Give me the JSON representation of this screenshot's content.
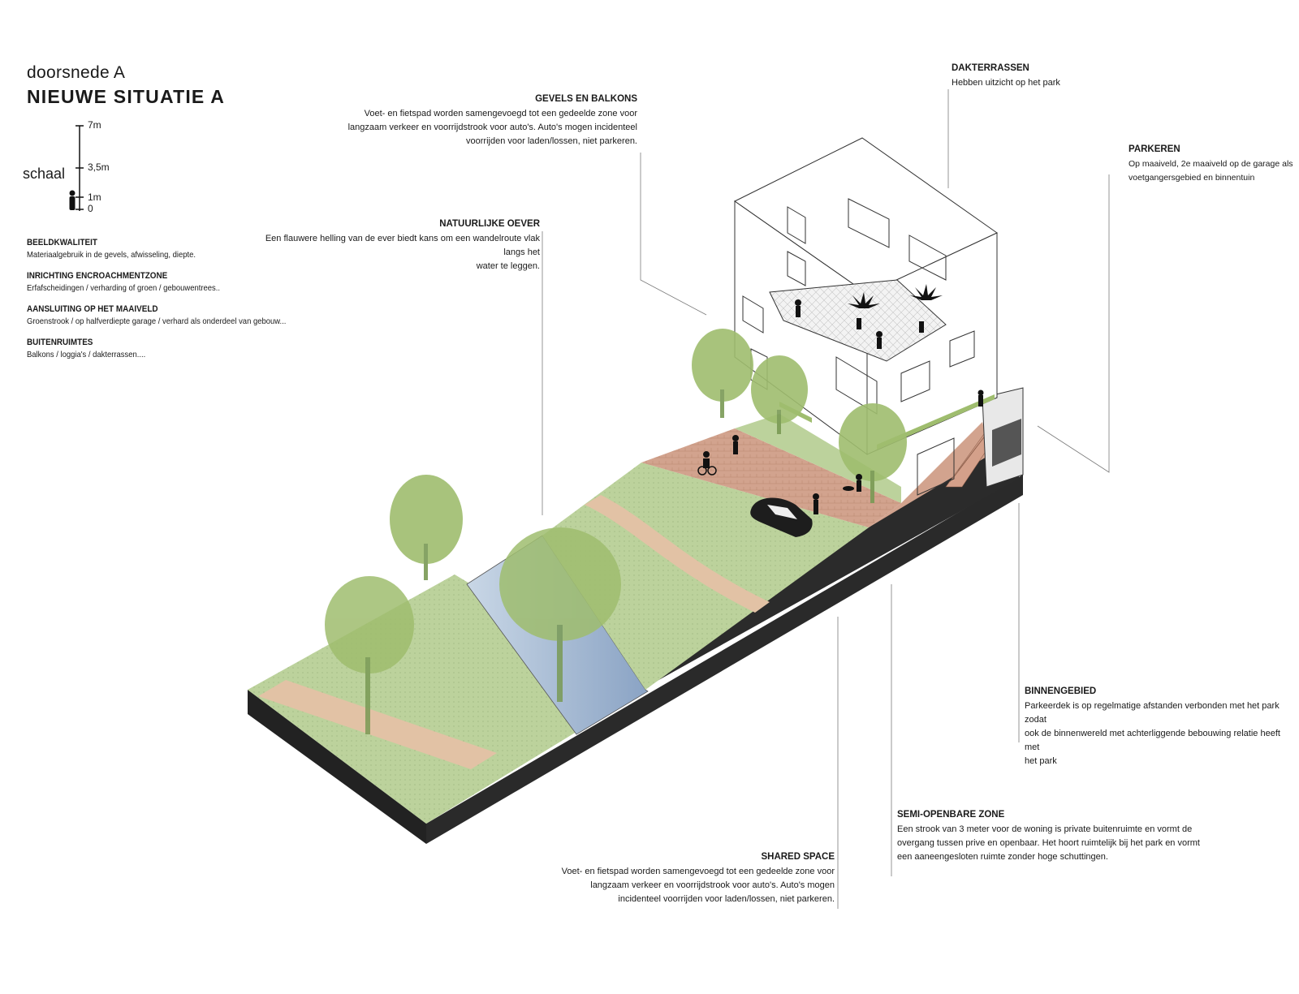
{
  "header": {
    "subtitle": "doorsnede A",
    "title": "NIEUWE SITUATIE A"
  },
  "scale": {
    "label": "schaal",
    "ticks": [
      "7m",
      "3,5m",
      "1m",
      "0"
    ]
  },
  "legend": [
    {
      "heading": "BEELDKWALITEIT",
      "text": "Materiaalgebruik in de gevels, afwisseling, diepte."
    },
    {
      "heading": "INRICHTING ENCROACHMENTZONE",
      "text": "Erfafscheidingen / verharding of groen / gebouwentrees.."
    },
    {
      "heading": "AANSLUITING OP HET MAAIVELD",
      "text": "Groenstrook / op halfverdiepte garage / verhard als onderdeel van gebouw..."
    },
    {
      "heading": "BUITENRUIMTES",
      "text": "Balkons / loggia's / dakterrassen...."
    }
  ],
  "annotations": {
    "gevels": {
      "heading": "GEVELS EN BALKONS",
      "lines": [
        "Voet- en fietspad worden samengevoegd tot een gedeelde zone voor",
        "langzaam verkeer en voorrijdstrook voor auto's. Auto's mogen incidenteel",
        "voorrijden voor laden/lossen, niet parkeren."
      ]
    },
    "oever": {
      "heading": "NATUURLIJKE OEVER",
      "lines": [
        "Een flauwere helling van de ever biedt kans om een wandelroute vlak langs het",
        "water te leggen."
      ]
    },
    "dakterrassen": {
      "heading": "DAKTERRASSEN",
      "lines": [
        "Hebben uitzicht op het park"
      ]
    },
    "parkeren": {
      "heading": "PARKEREN",
      "lines": [
        "Op maaiveld, 2e maaiveld op de garage als",
        "voetgangersgebied en binnentuin"
      ]
    },
    "binnengebied": {
      "heading": "BINNENGEBIED",
      "lines": [
        "Parkeerdek is op regelmatige afstanden verbonden met het park zodat",
        "ook de binnenwereld met achterliggende bebouwing relatie heeft met",
        "het park"
      ]
    },
    "semi": {
      "heading": "SEMI-OPENBARE ZONE",
      "lines": [
        "Een strook van 3 meter voor de woning is private buitenruimte en vormt de",
        "overgang tussen prive en openbaar. Het hoort ruimtelijk bij het park en vormt",
        "een aaneengesloten ruimte zonder hoge schuttingen."
      ]
    },
    "shared": {
      "heading": "SHARED SPACE",
      "lines": [
        "Voet- en fietspad worden samengevoegd tot een gedeelde zone voor",
        "langzaam verkeer en voorrijdstrook voor auto's. Auto's mogen",
        "incidenteel voorrijden voor laden/lossen, niet parkeren."
      ]
    }
  },
  "colors": {
    "grass": "#b9cf98",
    "path": "#e3c3a6",
    "pavement": "#d2a38e",
    "water": "#9fb5cf",
    "tree": "#9fbd6e",
    "base": "#222222"
  }
}
